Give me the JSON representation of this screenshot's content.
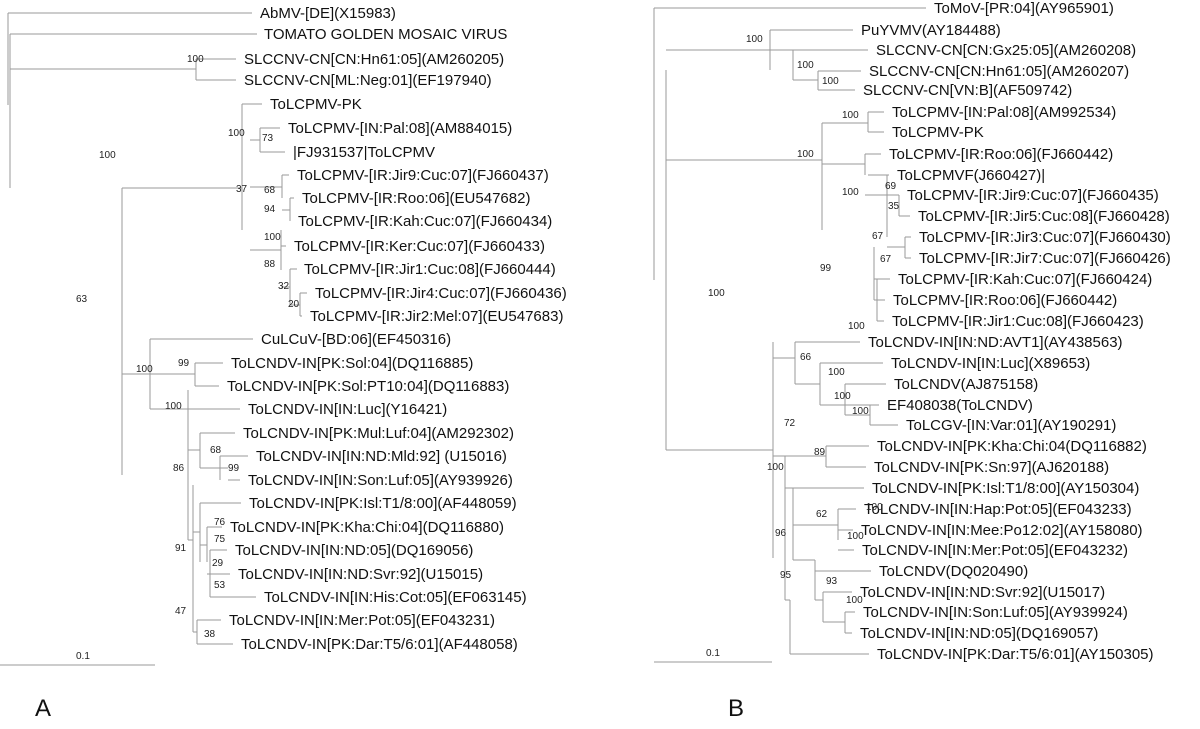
{
  "colors": {
    "branch": "#9a9a9a",
    "text": "#111111"
  },
  "panels": [
    {
      "id": "A",
      "panel_label": "A",
      "scale_label": "0.1",
      "tips": [
        "AbMV-[DE](X15983)",
        "TOMATO GOLDEN MOSAIC VIRUS",
        "SLCCNV-CN[CN:Hn61:05](AM260205)",
        "SLCCNV-CN[ML:Neg:01](EF197940)",
        "ToLCPMV-PK",
        "ToLCPMV-[IN:Pal:08](AM884015)",
        "|FJ931537|ToLCPMV",
        "ToLCPMV-[IR:Jir9:Cuc:07](FJ660437)",
        "ToLCPMV-[IR:Roo:06](EU547682)",
        "ToLCPMV-[IR:Kah:Cuc:07](FJ660434)",
        "ToLCPMV-[IR:Ker:Cuc:07](FJ660433)",
        "ToLCPMV-[IR:Jir1:Cuc:08](FJ660444)",
        "ToLCPMV-[IR:Jir4:Cuc:07](FJ660436)",
        "ToLCPMV-[IR:Jir2:Mel:07](EU547683)",
        "CuLCuV-[BD:06](EF450316)",
        "ToLCNDV-IN[PK:Sol:04](DQ116885)",
        "ToLCNDV-IN[PK:Sol:PT10:04](DQ116883)",
        "ToLCNDV-IN[IN:Luc](Y16421)",
        "ToLCNDV-IN[PK:Mul:Luf:04](AM292302)",
        "ToLCNDV-IN[IN:ND:Mld:92] (U15016)",
        "ToLCNDV-IN[IN:Son:Luf:05](AY939926)",
        "ToLCNDV-IN[PK:Isl:T1/8:00](AF448059)",
        "ToLCNDV-IN[PK:Kha:Chi:04](DQ116880)",
        "ToLCNDV-IN[IN:ND:05](DQ169056)",
        "ToLCNDV-IN[IN:ND:Svr:92](U15015)",
        "ToLCNDV-IN[IN:His:Cot:05](EF063145)",
        "ToLCNDV-IN[IN:Mer:Pot:05](EF043231)",
        "ToLCNDV-IN[PK:Dar:T5/6:01](AF448058)"
      ],
      "bootstrap": [
        "100",
        "100",
        "100",
        "73",
        "37",
        "68",
        "94",
        "100",
        "88",
        "32",
        "20",
        "63",
        "99",
        "100",
        "100",
        "68",
        "99",
        "86",
        "76",
        "75",
        "29",
        "53",
        "91",
        "47",
        "38"
      ]
    },
    {
      "id": "B",
      "panel_label": "B",
      "scale_label": "0.1",
      "tips": [
        "ToMoV-[PR:04](AY965901)",
        "PuYVMV(AY184488)",
        "SLCCNV-CN[CN:Gx25:05](AM260208)",
        "SLCCNV-CN[CN:Hn61:05](AM260207)",
        "SLCCNV-CN[VN:B](AF509742)",
        "ToLCPMV-[IN:Pal:08](AM992534)",
        "ToLCPMV-PK",
        "ToLCPMV-[IR:Roo:06](FJ660442)",
        "ToLCPMVF(J660427)|",
        "ToLCPMV-[IR:Jir9:Cuc:07](FJ660435)",
        "ToLCPMV-[IR:Jir5:Cuc:08](FJ660428)",
        "ToLCPMV-[IR:Jir3:Cuc:07](FJ660430)",
        "ToLCPMV-[IR:Jir7:Cuc:07](FJ660426)",
        "ToLCPMV-[IR:Kah:Cuc:07](FJ660424)",
        "ToLCPMV-[IR:Roo:06](FJ660442)",
        "ToLCPMV-[IR:Jir1:Cuc:08](FJ660423)",
        "ToLCNDV-IN[IN:ND:AVT1](AY438563)",
        "ToLCNDV-IN[IN:Luc](X89653)",
        "ToLCNDV(AJ875158)",
        "EF408038(ToLCNDV)",
        "ToLCGV-[IN:Var:01](AY190291)",
        "ToLCNDV-IN[PK:Kha:Chi:04(DQ116882)",
        "ToLCNDV-IN[PK:Sn:97](AJ620188)",
        "ToLCNDV-IN[PK:Isl:T1/8:00](AY150304)",
        "ToLCNDV-IN[IN:Hap:Pot:05](EF043233)",
        "ToLCNDV-IN[IN:Mee:Po12:02](AY158080)",
        "ToLCNDV-IN[IN:Mer:Pot:05](EF043232)",
        "ToLCNDV(DQ020490)",
        "ToLCNDV-IN[IN:ND:Svr:92](U15017)",
        "ToLCNDV-IN[IN:Son:Luf:05](AY939924)",
        "ToLCNDV-IN[IN:ND:05](DQ169057)",
        "ToLCNDV-IN[PK:Dar:T5/6:01](AY150305)"
      ],
      "bootstrap": [
        "100",
        "100",
        "100",
        "100",
        "100",
        "100",
        "69",
        "35",
        "67",
        "67",
        "99",
        "100",
        "100",
        "100",
        "66",
        "100",
        "100",
        "100",
        "72",
        "89",
        "62",
        "100",
        "100",
        "96",
        "95",
        "93",
        "100"
      ]
    }
  ]
}
